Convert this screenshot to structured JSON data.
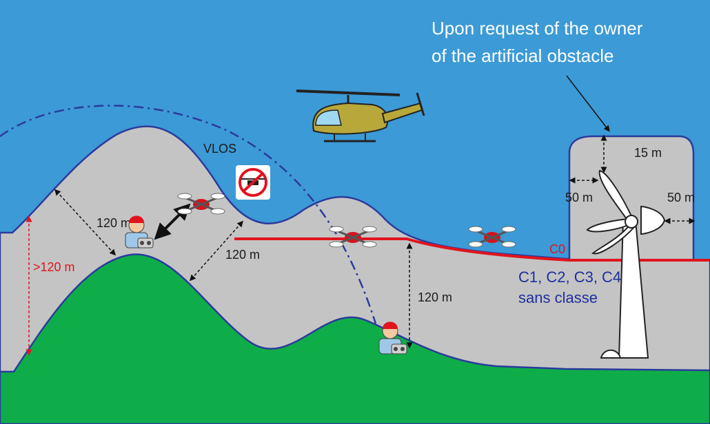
{
  "annotation": {
    "line1": "Upon request of the owner",
    "line2": "of the artificial obstacle"
  },
  "labels": {
    "vlos": "VLOS",
    "d120_left": "120 m",
    "d120_mid": "120 m",
    "d120_right": "120 m",
    "gt120": ">120 m",
    "d15": "15 m",
    "d50_left": "50 m",
    "d50_right": "50 m",
    "c0": "C0",
    "classes_line1": "C1, C2, C3, C4,",
    "classes_line2": "sans classe"
  },
  "colors": {
    "sky": "#3c9ad6",
    "airspace": "#c4c4c4",
    "ground": "#0fad4a",
    "limit_line": "#e0141e",
    "outline": "#2b3a9c"
  }
}
